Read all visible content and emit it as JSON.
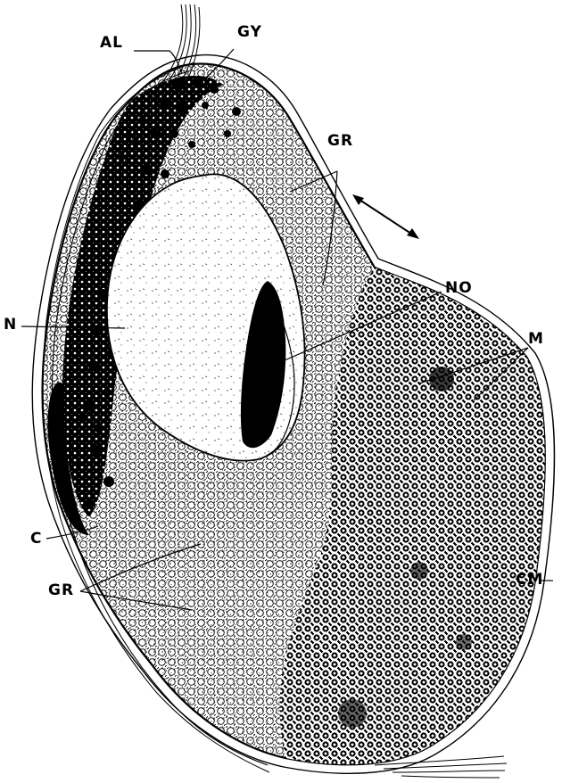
{
  "figure": {
    "labels": {
      "al": "AL",
      "gy": "GY",
      "gr_top": "GR",
      "no": "NO",
      "n": "N",
      "m": "M",
      "c": "C",
      "gr_bottom": "GR",
      "cm": "CM"
    },
    "colors": {
      "ink": "#000000",
      "paper": "#ffffff"
    }
  }
}
